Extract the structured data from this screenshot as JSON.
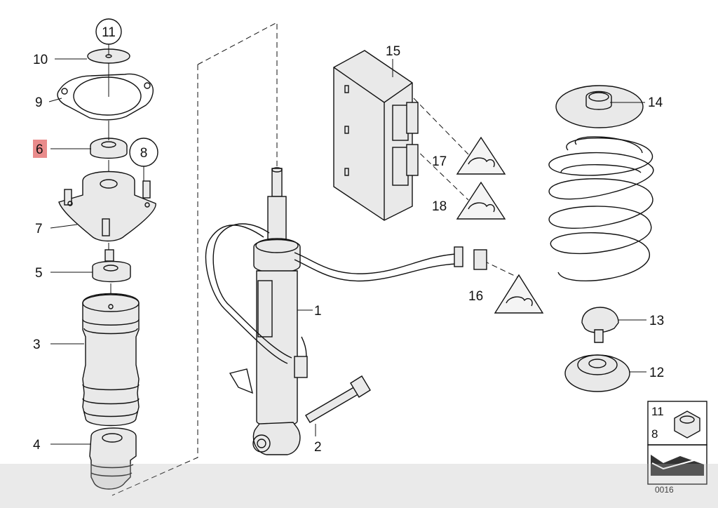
{
  "diagram": {
    "callouts": {
      "c1": "1",
      "c2": "2",
      "c3": "3",
      "c4": "4",
      "c5": "5",
      "c6": "6",
      "c7": "7",
      "c8": "8",
      "c9": "9",
      "c10": "10",
      "c11": "11",
      "c12": "12",
      "c13": "13",
      "c14": "14",
      "c15": "15",
      "c16": "16",
      "c17": "17",
      "c18": "18"
    },
    "legend": {
      "top": "11",
      "bottom": "8"
    },
    "image_code": "0016",
    "highlight_color": "#e98b8b",
    "line_color": "#111111",
    "icons": [
      "warning-triangle-icon",
      "nut-icon",
      "arrow-icon"
    ]
  }
}
